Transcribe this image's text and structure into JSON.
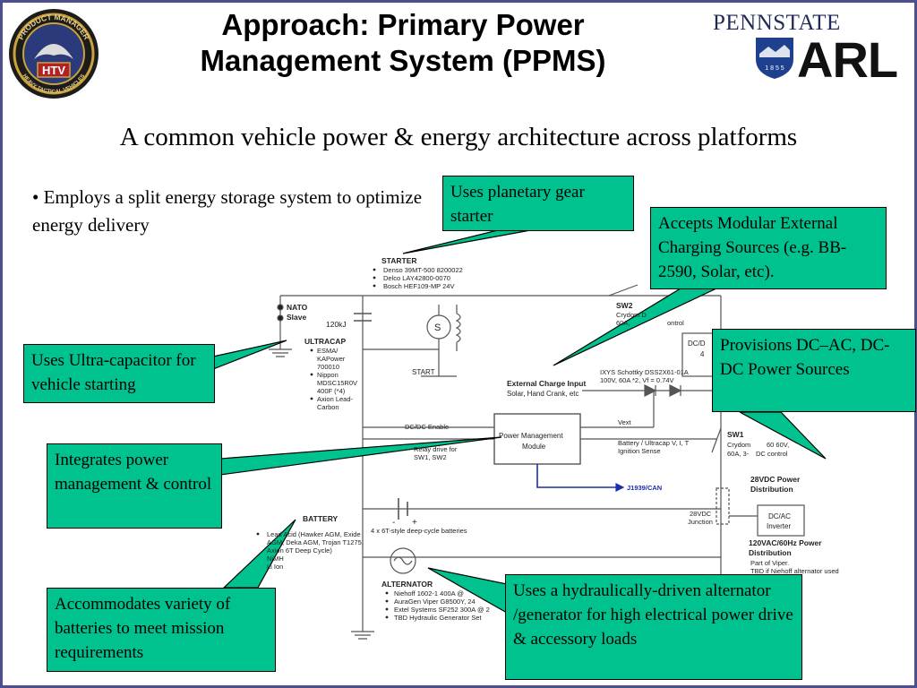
{
  "logos": {
    "badge_top": "PRODUCT MANAGER",
    "badge_center": "HTV",
    "badge_bottom": "HEAVY TACTICAL VEHICLES",
    "psu_name": "PENNSTATE",
    "psu_year": "1 8 5 5",
    "arl": "ARL"
  },
  "title": {
    "line1": "Approach: Primary Power",
    "line2": "Management System (PPMS)"
  },
  "subtitle": "A common vehicle power & energy architecture across platforms",
  "bullet": "• Employs a split energy storage system to optimize energy delivery",
  "callouts": {
    "planetary": "Uses planetary gear starter",
    "modular": "Accepts Modular External Charging Sources (e.g. BB-2590, Solar, etc).",
    "provisions": "Provisions DC–AC, DC-DC Power Sources",
    "ultracap": "Uses Ultra-capacitor for vehicle starting",
    "integrates": "Integrates power management & control",
    "batteries": "Accommodates variety of batteries to meet mission requirements",
    "hydraulic": "Uses a hydraulically-driven alternator /generator for high electrical power drive & accessory loads"
  },
  "diagram": {
    "starter": {
      "title": "STARTER",
      "items": [
        "Denso 39MT-500 8200022",
        "Delco LAY42800-0070",
        "Bosch HEF109-MP 24V"
      ]
    },
    "nato_slave": [
      "NATO",
      "Slave"
    ],
    "cap_value": "120kJ",
    "motor_symbol": "S",
    "start_label": "START",
    "ultracap": {
      "title": "ULTRACAP",
      "items": [
        "ESMA/",
        "KAPower",
        "700010",
        "Nippon",
        "MDSC15R0V",
        "400F (*4)",
        "Axion Lead-",
        "Carbon"
      ]
    },
    "sw2": {
      "title": "SW2",
      "line1": "Crydom D",
      "line2": "60A,",
      "line3": "ontrol"
    },
    "dcdc_box": [
      "DC/D",
      "4"
    ],
    "ext_charge": {
      "title": "External Charge Input",
      "sub": "Solar, Hand Crank, etc"
    },
    "schottky": {
      "line1": "IXYS Schottky DSS2X61-01A",
      "line2": "100V, 60A *2, Vf = 0.74V"
    },
    "dcdc_enable": "DC/DC Enable",
    "ppm": [
      "Power Management",
      "Module"
    ],
    "relay": [
      "Relay drive for",
      "SW1, SW2"
    ],
    "vext": "Vext",
    "sense": [
      "Battery / Ultracap V, I, T",
      "Ignition Sense"
    ],
    "sw1": {
      "title": "SW1",
      "line1": "Crydom",
      "line2": "60 60V,",
      "line3": "60A, 3-",
      "line4": "DC control"
    },
    "j1939": "J1939/CAN",
    "dist28": [
      "28VDC Power",
      "Distribution"
    ],
    "junction": [
      "28VDC",
      "Junction"
    ],
    "inverter": [
      "DC/AC",
      "Inverter"
    ],
    "dist120": [
      "120VAC/60Hz Power",
      "Distribution"
    ],
    "viper_note": [
      "Part of Viper.",
      "TBD if Niehoff alternator used"
    ],
    "battery": {
      "title": "BATTERY",
      "items": [
        "Lead Acid (Hawker AGM, Exide",
        "AGM, Deka AGM, Trojan T1275,",
        "Axion 6T Deep Cycle)",
        "NiMH",
        "Li Ion"
      ],
      "cells": "4 x 6T-style deep-cycle batteries",
      "minus": "-",
      "plus": "+"
    },
    "alternator": {
      "title": "ALTERNATOR",
      "items": [
        "Niehoff 1602-1 400A @",
        "AuraGen Viper G8500Y, 24",
        "Extel Systems SF252 300A @ 2",
        "TBD Hydraulic Generator Set"
      ]
    }
  },
  "colors": {
    "callout": "#00c28e",
    "frame": "#4d4f8c",
    "can_arrow": "#1a2fb0"
  }
}
